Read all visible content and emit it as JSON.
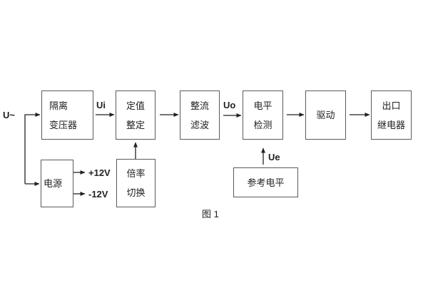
{
  "diagram": {
    "caption": "图 1",
    "input_label": "U~",
    "signals": {
      "ui": "Ui",
      "uo": "Uo",
      "ue": "Ue"
    },
    "power_rails": {
      "positive": "+12V",
      "negative": "-12V"
    },
    "blocks": {
      "isolation_transformer": {
        "line1": "隔离",
        "line2": "变压器"
      },
      "value_setting": {
        "line1": "定值",
        "line2": "整定"
      },
      "rectifier_filter": {
        "line1": "整流",
        "line2": "滤波"
      },
      "level_detection": {
        "line1": "电平",
        "line2": "检测"
      },
      "driver": {
        "label": "驱动"
      },
      "output_relay": {
        "line1": "出口",
        "line2": "继电器"
      },
      "power_supply": {
        "label": "电源"
      },
      "ratio_switching": {
        "line1": "倍率",
        "line2": "切换"
      },
      "reference_level": {
        "label": "参考电平"
      }
    },
    "colors": {
      "background": "#ffffff",
      "box_border": "#5a5a5a",
      "wire": "#222222",
      "text": "#222222"
    }
  }
}
